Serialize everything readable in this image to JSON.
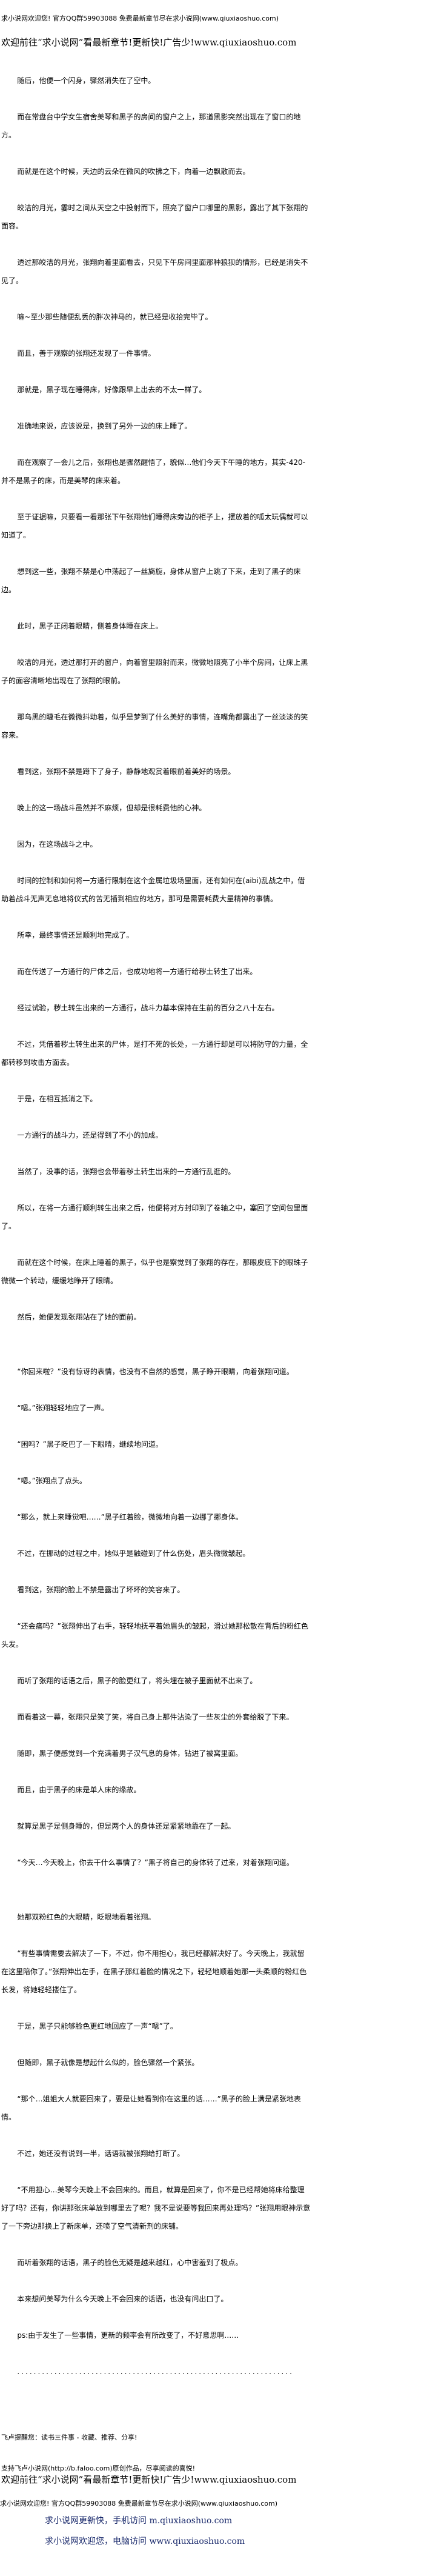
{
  "header": {
    "qq_notice": "求小说网欢迎您! 官方QQ群59903088 免费最新章节尽在求小说网(www.qiuxiaoshuo.com)",
    "welcome": "欢迎前往“求小说网”看最新章节!更新快!广告少!www.qiuxiaoshuo.com"
  },
  "paragraphs": [
    "随后，他便一个闪身，骤然消失在了空中。",
    "而在常盘台中学女生宿舍美琴和黑子的房间的窗户之上，那道黑影突然出现在了窗口的地方。",
    "而就是在这个时候，天边的云朵在微风的吹拂之下，向着一边飘散而去。",
    "皎洁的月光，霎时之间从天空之中投射而下，照亮了窗户口哪里的黑影，露出了其下张翔的面容。",
    "透过那皎洁的月光，张翔向着里面看去，只见下午房间里面那种狼狈的情形，已经是消失不见了。",
    "嘛~至少那些随便乱丢的胖次神马的，就已经是收拾完毕了。",
    "而且，善于观察的张翔还发现了一件事情。",
    "那就是，黑子现在睡得床，好像跟早上出去的不太一样了。",
    "准确地来说，应该说是，换到了另外一边的床上睡了。",
    "而在观察了一会儿之后，张翔也是骤然醒悟了，貌似…他们今天下午睡的地方，其实-420-并不是黑子的床，而是美琴的床来着。",
    "至于证据嘛，只要看一看那张下午张翔他们睡得床旁边的柜子上，摆放着的呱太玩偶就可以知道了。",
    "想到这一些，张翔不禁是心中荡起了一丝旖旎，身体从窗户上跳了下来，走到了黑子的床边。",
    "此时，黑子正闭着眼睛，侧着身体睡在床上。",
    "皎洁的月光，透过那打开的窗户，向着窗里照射而来，微微地照亮了小半个房间，让床上黑子的面容清晰地出现在了张翔的眼前。",
    "那乌黑的睫毛在微微抖动着，似乎是梦到了什么美好的事情，连嘴角都露出了一丝淡淡的笑容来。",
    "看到这，张翔不禁是蹲下了身子，静静地观赏着眼前着美好的场景。",
    "晚上的这一场战斗虽然并不麻烦，但却是很耗费他的心神。",
    "因为，在这场战斗之中。",
    "时间的控制和如何将一方通行限制在这个金属垃圾场里面，还有如何在(aibi)乱战之中，借助着战斗无声无息地将仪式的苦无插到相应的地方，那可是需要耗费大量精神的事情。",
    "所幸，最终事情还是顺利地完成了。",
    "而在传送了一方通行的尸体之后，也成功地将一方通行给秽土转生了出来。",
    "经过试验，秽土转生出来的一方通行，战斗力基本保持在生前的百分之八十左右。",
    "不过，凭借着秽土转生出来的尸体，是打不死的长处，一方通行却是可以将防守的力量，全都转移到攻击方面去。",
    "于是，在相互抵消之下。",
    "一方通行的战斗力，还是得到了不小的加成。",
    "当然了，没事的话，张翔也会带着秽土转生出来的一方通行乱逛的。",
    "所以，在将一方通行顺利转生出来之后，他便将对方封印到了卷轴之中，塞回了空间包里面了。",
    "而就在这个时候，在床上睡着的黑子，似乎也是察觉到了张翔的存在，那眼皮底下的眼珠子微微一个转动，缓缓地睁开了眼睛。",
    "然后，她便发现张翔站在了她的面前。",
    "“你回来啦？”没有惊讶的表情，也没有不自然的感觉，黑子睁开眼睛，向着张翔问道。",
    "“嗯。”张翔轻轻地应了一声。",
    "“困吗？”黑子眨巴了一下眼睛，继续地问道。",
    "“嗯。”张翔点了点头。",
    "“那么，就上来睡觉吧……”黑子红着脸，微微地向着一边挪了挪身体。",
    "不过，在挪动的过程之中，她似乎是触碰到了什么伤处，眉头微微皱起。",
    "看到这，张翔的脸上不禁是露出了坏坏的笑容来了。",
    "“还会痛吗？”张翔伸出了右手，轻轻地抚平着她眉头的皱起，滑过她那松散在背后的粉红色头发。",
    "而听了张翔的话语之后，黑子的脸更红了，将头埋在被子里面就不出来了。",
    "而看着这一幕，张翔只是笑了笑，将自己身上那件沾染了一些灰尘的外套给脱了下来。",
    "随即，黑子便感觉到一个充满着男子汉气息的身体，钻进了被窝里面。",
    "而且，由于黑子的床是单人床的缘故。",
    "就算是黑子是侧身睡的，但是两个人的身体还是紧紧地靠在了一起。",
    "“今天…今天晚上，你去干什么事情了？”黑子将自己的身体转了过来，对着张翔问道。",
    "她那双粉红色的大眼睛，眨眼地看着张翔。",
    "“有些事情需要去解决了一下，不过，你不用担心，我已经都解决好了。今天晚上，我就留在这里陪你了。”张翔伸出左手，在黑子那红着脸的情况之下，轻轻地顺着她那一头柔顺的粉红色长发，将她轻轻搂住了。",
    "于是，黑子只能够脸色更红地回应了一声“嗯”了。",
    "但随即，黑子就像是想起什么似的，脸色骤然一个紧张。",
    "“那个…姐姐大人就要回来了，要是让她看到你在这里的话……”黑子的脸上满是紧张地表情。",
    "不过，她还没有说到一半，话语就被张翔给打断了。",
    "“不用担心…美琴今天晚上不会回来的。而且，就算是回来了，你不是已经帮她将床给整理好了吗？还有，你讲那张床单放到哪里去了呢？我不是说要等我回来再处理吗？”张翔用眼神示意了一下旁边那换上了新床单，还喷了空气清新剂的床铺。",
    "而听着张翔的话语，黑子的脸色无疑是越来越红，心中害羞到了极点。",
    "本来想问美琴为什么今天晚上不会回来的话语，也没有问出口了。",
    "ps:由于发生了一些事情，更新的频率会有所改变了，不好意思啊……"
  ],
  "dots": "...................................................................",
  "footer": {
    "tip": "飞卢提醒您：读书三件事 - 收藏、推荐、分享!",
    "support": "支持飞卢小说网(http://b.faloo.com)原创作品，尽享阅读的喜悦!",
    "welcome": "欢迎前往“求小说网”看最新章节!更新快!广告少!www.qiuxiaoshuo.com",
    "qq_notice": "求小说网欢迎您! 官方QQ群59903088 免费最新章节尽在求小说网(www.qiuxiaoshuo.com)",
    "mobile": "求小说网更新快，手机访问 m.qiuxiaoshuo.com",
    "desktop": "求小说网欢迎您，电脑访问 www.qiuxiaoshuo.com"
  },
  "colors": {
    "text": "#000000",
    "footer_link": "#1a2a6c"
  }
}
